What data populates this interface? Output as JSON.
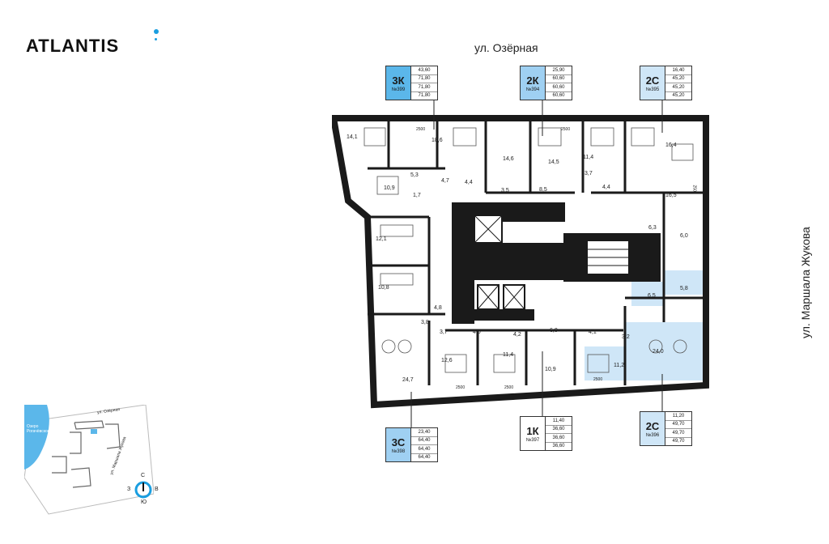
{
  "brand": {
    "name": "ATLANTIS",
    "accent": "#1a9ee0"
  },
  "streets": {
    "top": "ул. Озёрная",
    "right": "ул. Маршала Жукова"
  },
  "colors": {
    "highlight_dark": "#5bb7ea",
    "highlight_mid": "#9fd0f2",
    "highlight_light": "#cfe6f7",
    "wall": "#1a1a1a"
  },
  "apartments": [
    {
      "id": "a399",
      "type": "3К",
      "number": "№399",
      "values": [
        "43,60",
        "71,80",
        "71,80",
        "71,80"
      ]
    },
    {
      "id": "a394",
      "type": "2К",
      "number": "№394",
      "values": [
        "25,90",
        "60,60",
        "60,60",
        "60,60"
      ]
    },
    {
      "id": "a395",
      "type": "2С",
      "number": "№395",
      "values": [
        "16,40",
        "45,20",
        "45,20",
        "45,20"
      ]
    },
    {
      "id": "a398",
      "type": "3С",
      "number": "№398",
      "values": [
        "23,40",
        "64,40",
        "64,40",
        "64,40"
      ]
    },
    {
      "id": "a397",
      "type": "1К",
      "number": "№397",
      "values": [
        "11,40",
        "36,60",
        "36,60",
        "36,60"
      ]
    },
    {
      "id": "a396",
      "type": "2С",
      "number": "№396",
      "values": [
        "11,20",
        "49,70",
        "49,70",
        "49,70"
      ]
    }
  ],
  "rooms": {
    "r14_1": "14,1",
    "r18_6": "18,6",
    "r14_6": "14,6",
    "r11_4": "11,4",
    "r16_4": "16,4",
    "r14_5": "14,5",
    "r5_3": "5,3",
    "r4_7": "4,7",
    "r4_4a": "4,4",
    "r3_7a": "3,7",
    "r10_9a": "10,9",
    "r1_7": "1,7",
    "r3_5": "3,5",
    "r8_5": "8,5",
    "r4_4b": "4,4",
    "r16_5": "16,5",
    "r12_1": "12,1",
    "r6_3": "6,3",
    "r6_0a": "6,0",
    "r10_8": "10,8",
    "r5_8": "5,8",
    "r6_5": "6,5",
    "r4_8": "4,8",
    "r3_8": "3,8",
    "r3_7b": "3,7",
    "r4_0": "4,0",
    "r4_2": "4,2",
    "r6_0b": "6,0",
    "r4_1": "4,1",
    "r3_2": "3,2",
    "r24_0": "24,0",
    "r12_6": "12,6",
    "r11_4b": "11,4",
    "r10_9b": "10,9",
    "r11_2": "11,2",
    "r24_7": "24,7"
  },
  "dims": {
    "d1": "2500",
    "d2": "2500",
    "d3": "2500",
    "d4": "2500",
    "d5": "2500",
    "d6": "2500",
    "d7": "2500"
  },
  "minimap": {
    "street_top": "ул. Озёрная",
    "street_right": "ул. Маршала Жукова",
    "lake": "Озеро Рогачёвское"
  },
  "compass": {
    "n": "С",
    "s": "Ю",
    "w": "З",
    "e": "В"
  }
}
